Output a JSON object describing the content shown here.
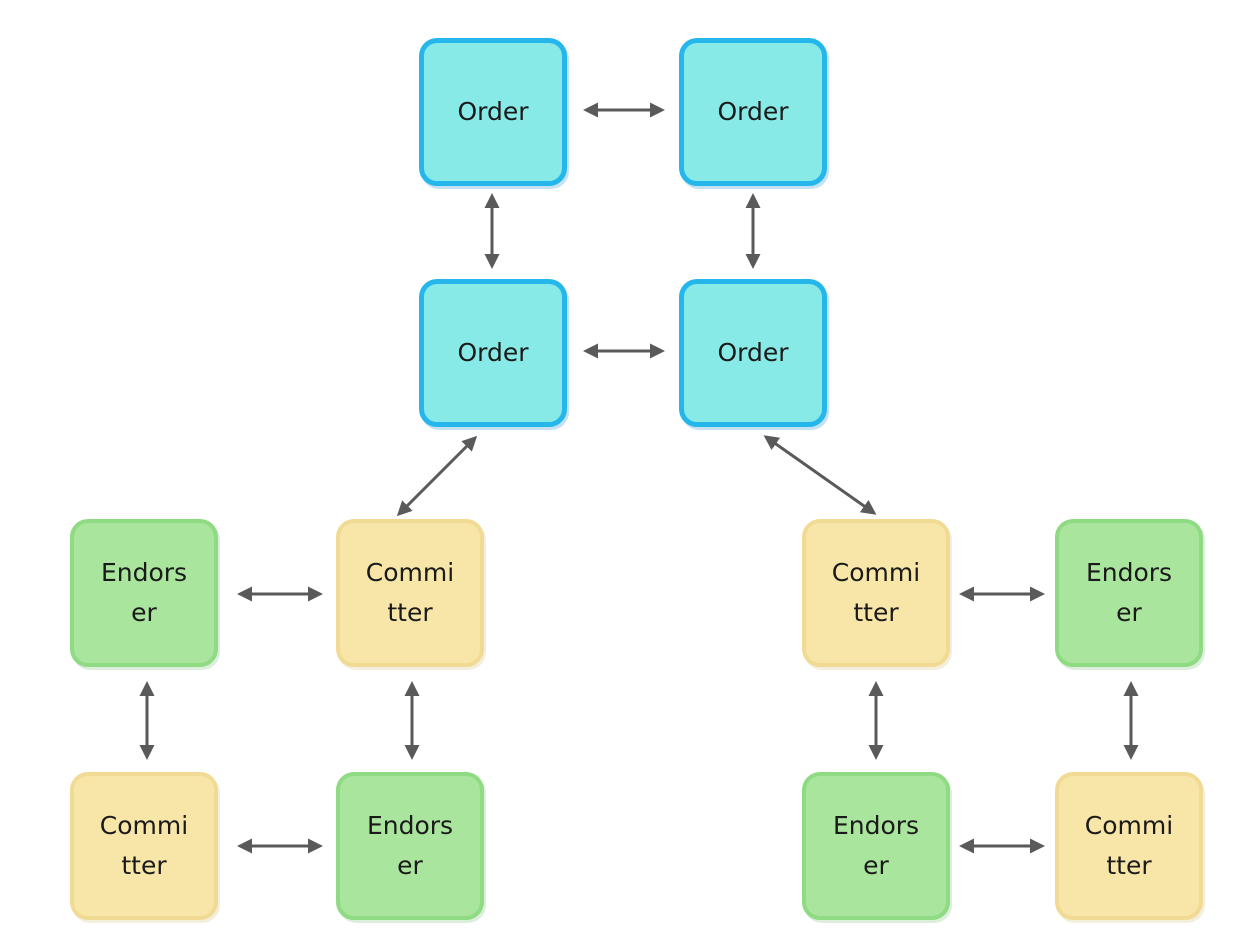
{
  "colors": {
    "orderer_fill": "#87eae6",
    "orderer_border": "#25b7ec",
    "endorser_fill": "#a9e59d",
    "committer_fill": "#f8e6a8",
    "arrow": "#5a5a5a"
  },
  "nodes": {
    "orderer_top_left": "Order",
    "orderer_top_right": "Order",
    "orderer_bottom_left": "Order",
    "orderer_bottom_right": "Order",
    "left_endorser_top": "Endorser",
    "left_committer_top": "Committer",
    "left_committer_bottom": "Committer",
    "left_endorser_bottom": "Endorser",
    "right_committer_top": "Committer",
    "right_endorser_top": "Endorser",
    "right_endorser_bottom": "Endorser",
    "right_committer_bottom": "Committer"
  },
  "connections": [
    {
      "from": "orderer_top_left",
      "to": "orderer_top_right",
      "bidirectional": true
    },
    {
      "from": "orderer_top_left",
      "to": "orderer_bottom_left",
      "bidirectional": true
    },
    {
      "from": "orderer_top_right",
      "to": "orderer_bottom_right",
      "bidirectional": true
    },
    {
      "from": "orderer_bottom_left",
      "to": "orderer_bottom_right",
      "bidirectional": true
    },
    {
      "from": "orderer_bottom_left",
      "to": "left_committer_top",
      "bidirectional": true
    },
    {
      "from": "orderer_bottom_right",
      "to": "right_committer_top",
      "bidirectional": true
    },
    {
      "from": "left_endorser_top",
      "to": "left_committer_top",
      "bidirectional": true
    },
    {
      "from": "left_endorser_top",
      "to": "left_committer_bottom",
      "bidirectional": true
    },
    {
      "from": "left_committer_top",
      "to": "left_endorser_bottom",
      "bidirectional": true
    },
    {
      "from": "left_committer_bottom",
      "to": "left_endorser_bottom",
      "bidirectional": true
    },
    {
      "from": "right_committer_top",
      "to": "right_endorser_top",
      "bidirectional": true
    },
    {
      "from": "right_committer_top",
      "to": "right_endorser_bottom",
      "bidirectional": true
    },
    {
      "from": "right_endorser_top",
      "to": "right_committer_bottom",
      "bidirectional": true
    },
    {
      "from": "right_endorser_bottom",
      "to": "right_committer_bottom",
      "bidirectional": true
    }
  ]
}
